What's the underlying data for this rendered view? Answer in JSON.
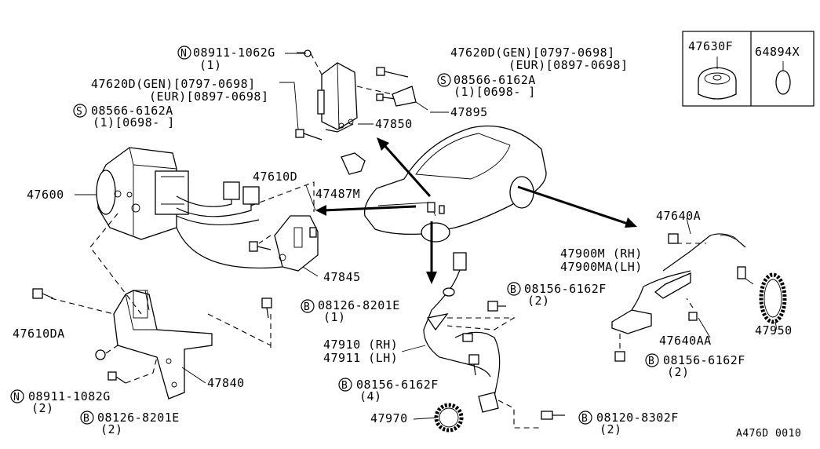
{
  "labels": {
    "n1": "08911-1062G",
    "n1_qty": "(1)",
    "p47620d_right_a": "47620D(GEN)[0797-0698]",
    "p47620d_right_b": "(EUR)[0897-0698]",
    "s1_right": "08566-6162A",
    "s1_right_qty": "(1)[0698-     ]",
    "p47620d_left_a": "47620D(GEN)[0797-0698]",
    "p47620d_left_b": "(EUR)[0897-0698]",
    "s1_left": "08566-6162A",
    "s1_left_qty": "(1)[0698-     ]",
    "p47895": "47895",
    "p47850": "47850",
    "p47600": "47600",
    "p47610d": "47610D",
    "p47487m": "47487M",
    "p47845": "47845",
    "p47640a": "47640A",
    "p47900m": "47900M  (RH)",
    "p47900ma": "47900MA(LH)",
    "b08126_top": "08126-8201E",
    "b08126_top_qty": "(1)",
    "b08156_top": "08156-6162F",
    "b08156_top_qty": "(2)",
    "p47610da": "47610DA",
    "p47910": "47910 (RH)",
    "p47911": "47911 (LH)",
    "p47640aa": "47640AA",
    "p47950": "47950",
    "p47840": "47840",
    "b08156_mid": "08156-6162F",
    "b08156_mid_qty": "(4)",
    "b08156_right": "08156-6162F",
    "b08156_right_qty": "(2)",
    "n2": "08911-1082G",
    "n2_qty": "(2)",
    "b08126_bot": "08126-8201E",
    "b08126_bot_qty": "(2)",
    "p47970": "47970",
    "b08120": "08120-8302F",
    "b08120_qty": "(2)",
    "inset_a": "47630F",
    "inset_b": "64894X",
    "diagram_code": "A476D 0010"
  },
  "markers": {
    "n": "N",
    "s": "S",
    "b": "B"
  }
}
